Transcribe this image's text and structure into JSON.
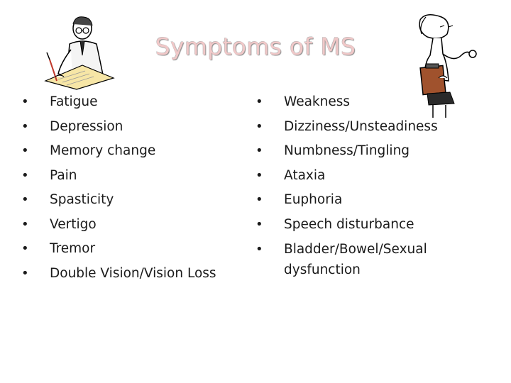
{
  "slide": {
    "title": "Symptoms of MS",
    "left_items": [
      "Fatigue",
      "Depression",
      "Memory change",
      "Pain",
      "Spasticity",
      "Vertigo",
      "Tremor",
      "Double Vision/Vision Loss"
    ],
    "right_items": [
      "Weakness",
      "Dizziness/Unsteadiness",
      "Numbness/Tingling",
      "Ataxia",
      "Euphoria",
      "Speech disturbance",
      "Bladder/Bowel/Sexual dysfunction"
    ]
  },
  "colors": {
    "title": "#f0c8c8",
    "text": "#1a1a1a"
  },
  "icons": [
    "doctor-writing-clipart",
    "nurse-stethoscope-clipart"
  ]
}
